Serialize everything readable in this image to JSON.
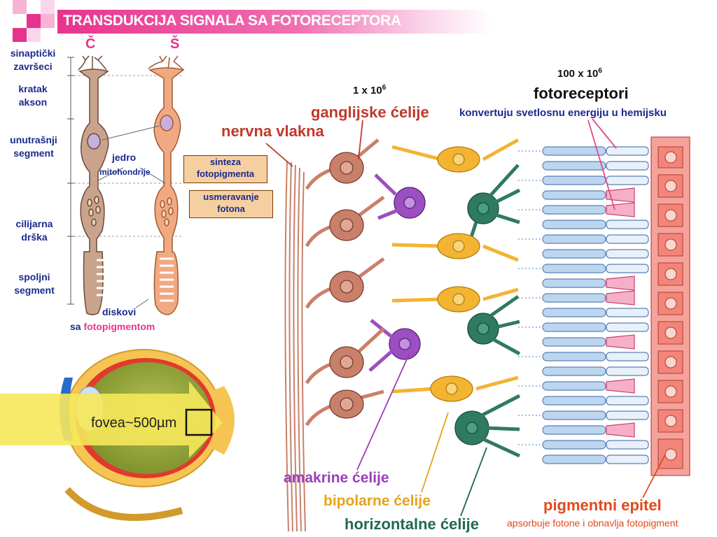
{
  "title": "TRANSDUKCIJA SIGNALA SA FOTORECEPTORA",
  "cell_types": {
    "cone": "Č",
    "rod": "Š"
  },
  "cell_parts": {
    "synaptic": [
      "sinaptički",
      "završeci"
    ],
    "axon": [
      "kratak",
      "akson"
    ],
    "inner": [
      "unutrašnji",
      "segment"
    ],
    "cilium": [
      "cilijarna",
      "drška"
    ],
    "outer": [
      "spoljni",
      "segment"
    ],
    "nucleus": "jedro",
    "mito": "mitohondrije",
    "discs": "diskovi",
    "discs_prefix": "sa",
    "discs_pigment": "fotopigmentom"
  },
  "boxes": {
    "synthesis": [
      "sinteza",
      "fotopigmenta"
    ],
    "guiding": [
      "usmeravanje",
      "fotona"
    ]
  },
  "eye": {
    "fovea": "fovea~500µm"
  },
  "retina": {
    "ganglion_count": "1 x 10",
    "ganglion_exp": "6",
    "ganglion": "ganglijske ćelije",
    "nerve": "nervna vlakna",
    "photo_count": "100 x 10",
    "photo_exp": "6",
    "photoreceptors": "fotoreceptori",
    "photo_desc": "konvertuju svetlosnu energiju u hemijsku",
    "amacrine": "amakrine ćelije",
    "bipolar": "bipolarne ćelije",
    "horizontal": "horizontalne ćelije",
    "pigment": "pigmentni epitel",
    "pigment_desc": "apsorbuje fotone i obnavlja fotopigment"
  },
  "colors": {
    "title_pink": "#e8338e",
    "label_blue": "#1a2a8c",
    "ganglion_red": "#c0392b",
    "amacrine_purple": "#9b3fb5",
    "bipolar_yellow": "#e8a21a",
    "horizontal_green": "#1f6b50",
    "pigment_orange": "#e04a1a"
  }
}
